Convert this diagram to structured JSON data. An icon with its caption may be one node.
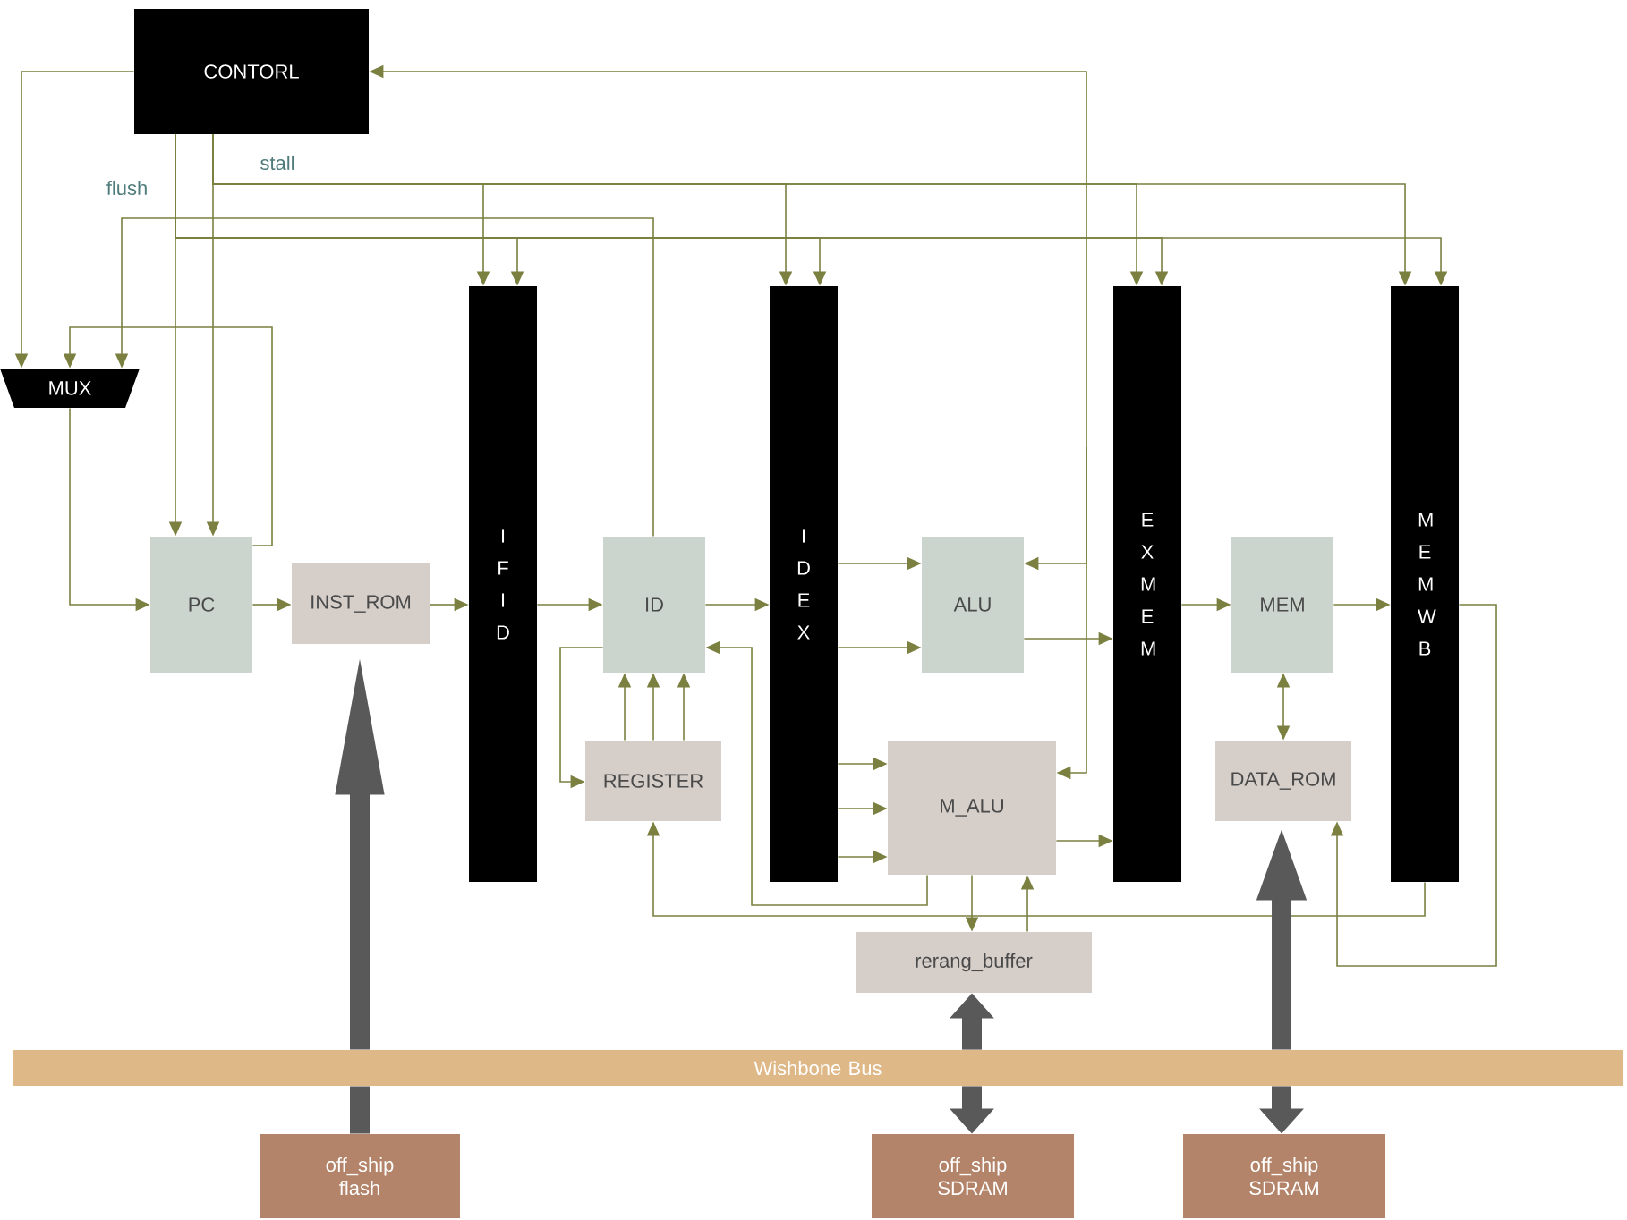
{
  "diagram": {
    "nodes": [
      {
        "text": [
          "CONTORL"
        ]
      },
      {
        "text": [
          "MUX"
        ]
      },
      {
        "text": [
          "PC"
        ]
      },
      {
        "text": [
          "INST_ROM"
        ]
      },
      {
        "text": [
          "I F I D"
        ]
      },
      {
        "text": [
          "ID"
        ]
      },
      {
        "text": [
          "REGISTER"
        ]
      },
      {
        "text": [
          "I D E X"
        ]
      },
      {
        "text": [
          "ALU"
        ]
      },
      {
        "text": [
          "M_ALU"
        ]
      },
      {
        "text": [
          "E X M E M"
        ]
      },
      {
        "text": [
          "MEM"
        ]
      },
      {
        "text": [
          "DATA_ROM"
        ]
      },
      {
        "text": [
          "M E M W B"
        ]
      },
      {
        "text": [
          "rerang_buffer"
        ]
      },
      {
        "text": [
          "Wishbone Bus"
        ]
      },
      {
        "text": [
          "off_ship flash"
        ]
      },
      {
        "text": [
          "off_ship SDRAM"
        ]
      },
      {
        "text": [
          "off_ship SDRAM"
        ]
      }
    ],
    "edges": [
      {
        "from": 0,
        "to": 1,
        "arrow": "to"
      },
      {
        "from": 0,
        "to": 2,
        "arrow": "to"
      },
      {
        "from": 0,
        "to": 2,
        "arrow": "to"
      },
      {
        "from": 0,
        "to": 4,
        "arrow": "to"
      },
      {
        "from": 0,
        "to": 7,
        "arrow": "to"
      },
      {
        "from": 0,
        "to": 10,
        "arrow": "to"
      },
      {
        "from": 0,
        "to": 13,
        "arrow": "to"
      },
      {
        "from": 0,
        "to": 4,
        "arrow": "to"
      },
      {
        "from": 0,
        "to": 7,
        "arrow": "to"
      },
      {
        "from": 0,
        "to": 10,
        "arrow": "to"
      },
      {
        "from": 0,
        "to": 13,
        "arrow": "to"
      },
      {
        "from": 1,
        "to": 2,
        "arrow": "to"
      },
      {
        "from": 2,
        "to": 1,
        "arrow": "to"
      },
      {
        "from": 5,
        "to": 1,
        "arrow": "to"
      },
      {
        "from": 2,
        "to": 3,
        "arrow": "to"
      },
      {
        "from": 3,
        "to": 4,
        "arrow": "to"
      },
      {
        "from": 4,
        "to": 5,
        "arrow": "to"
      },
      {
        "from": 5,
        "to": 7,
        "arrow": "to"
      },
      {
        "from": 6,
        "to": 5,
        "arrow": "to"
      },
      {
        "from": 6,
        "to": 5,
        "arrow": "to"
      },
      {
        "from": 6,
        "to": 5,
        "arrow": "to"
      },
      {
        "from": 5,
        "to": 6,
        "arrow": "to"
      },
      {
        "from": 7,
        "to": 8,
        "arrow": "to"
      },
      {
        "from": 7,
        "to": 8,
        "arrow": "to"
      },
      {
        "from": 8,
        "to": 10,
        "arrow": "to"
      },
      {
        "from": 7,
        "to": 9,
        "arrow": "to"
      },
      {
        "from": 7,
        "to": 9,
        "arrow": "to"
      },
      {
        "from": 7,
        "to": 9,
        "arrow": "to"
      },
      {
        "from": 9,
        "to": 10,
        "arrow": "to"
      },
      {
        "from": 9,
        "to": 5,
        "arrow": "to"
      },
      {
        "from": 13,
        "to": 6,
        "arrow": "to"
      },
      {
        "from": 9,
        "to": 14,
        "arrow": "to"
      },
      {
        "from": 14,
        "to": 9,
        "arrow": "to"
      },
      {
        "from": 10,
        "to": 11,
        "arrow": "to"
      },
      {
        "from": 11,
        "to": 13,
        "arrow": "to"
      },
      {
        "from": 11,
        "to": 12,
        "arrow": "both"
      },
      {
        "from": 13,
        "to": 12,
        "arrow": "to"
      },
      {
        "from": null,
        "to": 0,
        "arrow": "to"
      },
      {
        "from": null,
        "to": 8,
        "arrow": "to"
      },
      {
        "from": null,
        "to": 9,
        "arrow": "to"
      },
      {
        "from": 16,
        "to": 15,
        "arrow": "none",
        "style": "thick",
        "color": "#595959"
      },
      {
        "from": 15,
        "to": 3,
        "arrow": "to",
        "style": "thick",
        "color": "#595959"
      },
      {
        "from": 15,
        "to": 14,
        "arrow": "to",
        "style": "thick",
        "color": "#595959"
      },
      {
        "from": 15,
        "to": 17,
        "arrow": "to",
        "style": "thick",
        "color": "#595959"
      },
      {
        "from": 15,
        "to": 12,
        "arrow": "to",
        "style": "thick",
        "color": "#595959"
      },
      {
        "from": 15,
        "to": 18,
        "arrow": "to",
        "style": "thick",
        "color": "#595959"
      }
    ],
    "labels": [
      "flush",
      "stall"
    ]
  }
}
